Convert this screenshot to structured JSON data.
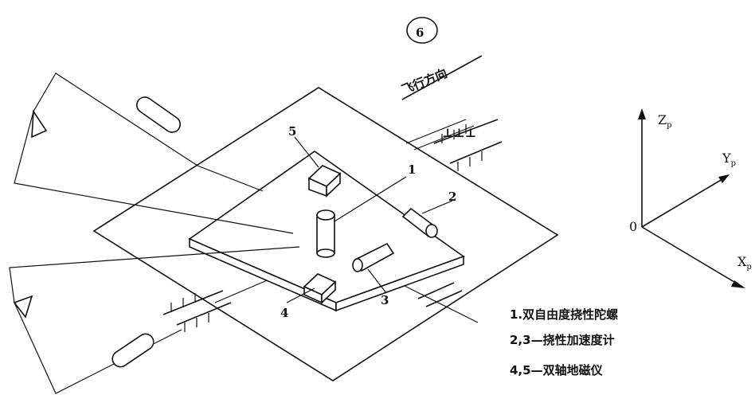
{
  "figure": {
    "circled_number": "6",
    "flight_direction": "飞行方向"
  },
  "components": [
    {
      "id": "1",
      "label": "1"
    },
    {
      "id": "2",
      "label": "2"
    },
    {
      "id": "3",
      "label": "3"
    },
    {
      "id": "4",
      "label": "4"
    },
    {
      "id": "5",
      "label": "5"
    }
  ],
  "axes": {
    "origin": "0",
    "z": "Z",
    "y": "Y",
    "x": "X",
    "subscript": "p"
  },
  "legend": [
    "1.双自由度挠性陀螺",
    "2,3—挠性加速度计",
    "4,5—双轴地磁仪"
  ]
}
